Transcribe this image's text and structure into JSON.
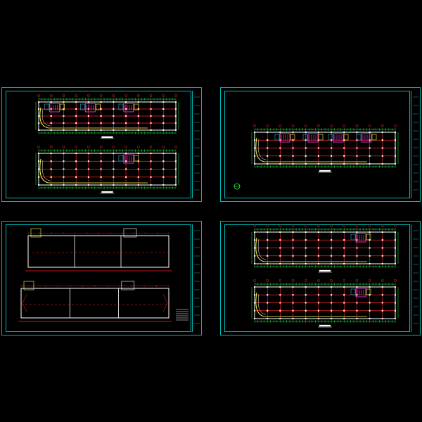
{
  "canvas": {
    "background": "#000000"
  },
  "colors": {
    "frame": "#00b4b4",
    "wall": "#ffffff",
    "grid": "#ff2020",
    "dimension": "#20ff40",
    "core": "#ff40ff",
    "furniture": "#ffff40",
    "axis_bubble": "#ff3030",
    "accent_blue": "#20d0ff"
  },
  "sheets": [
    {
      "id": "sheet-1",
      "plans": [
        {
          "type": "floor-plan",
          "bays": 11,
          "cores": 3
        },
        {
          "type": "floor-plan",
          "bays": 11,
          "cores": 1
        }
      ]
    },
    {
      "id": "sheet-2",
      "plans": [
        {
          "type": "floor-plan",
          "bays": 11,
          "cores": 4
        }
      ],
      "north_symbol": true
    },
    {
      "id": "sheet-3",
      "plans": [
        {
          "type": "roof-plan",
          "bays": 3
        },
        {
          "type": "roof-plan",
          "bays": 3
        }
      ],
      "notes_block": true
    },
    {
      "id": "sheet-4",
      "plans": [
        {
          "type": "floor-plan",
          "bays": 11,
          "cores": 1
        },
        {
          "type": "floor-plan",
          "bays": 11,
          "cores": 1
        }
      ]
    }
  ]
}
